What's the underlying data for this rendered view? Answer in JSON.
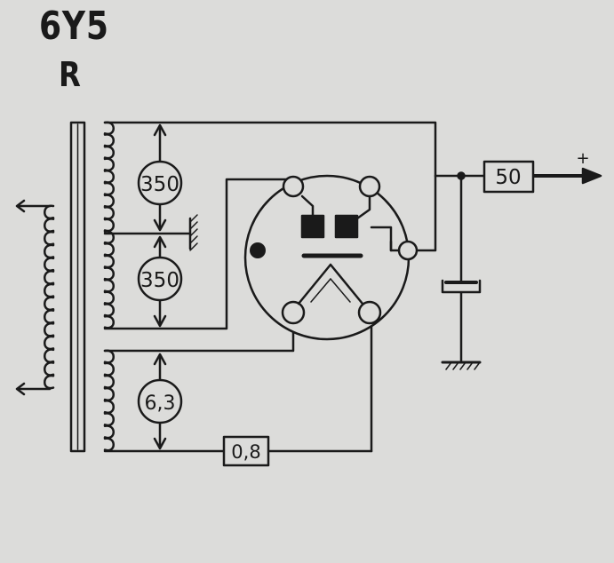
{
  "diagram": {
    "tube_name": "6Y5",
    "tube_suffix": "R",
    "labels": {
      "hv_upper": "350",
      "hv_lower": "350",
      "heater_voltage": "6,3",
      "heater_current": "0,8",
      "output_current": "50",
      "polarity": "+"
    },
    "colors": {
      "background": "#dcdcda",
      "ink": "#1a1a1a"
    }
  }
}
